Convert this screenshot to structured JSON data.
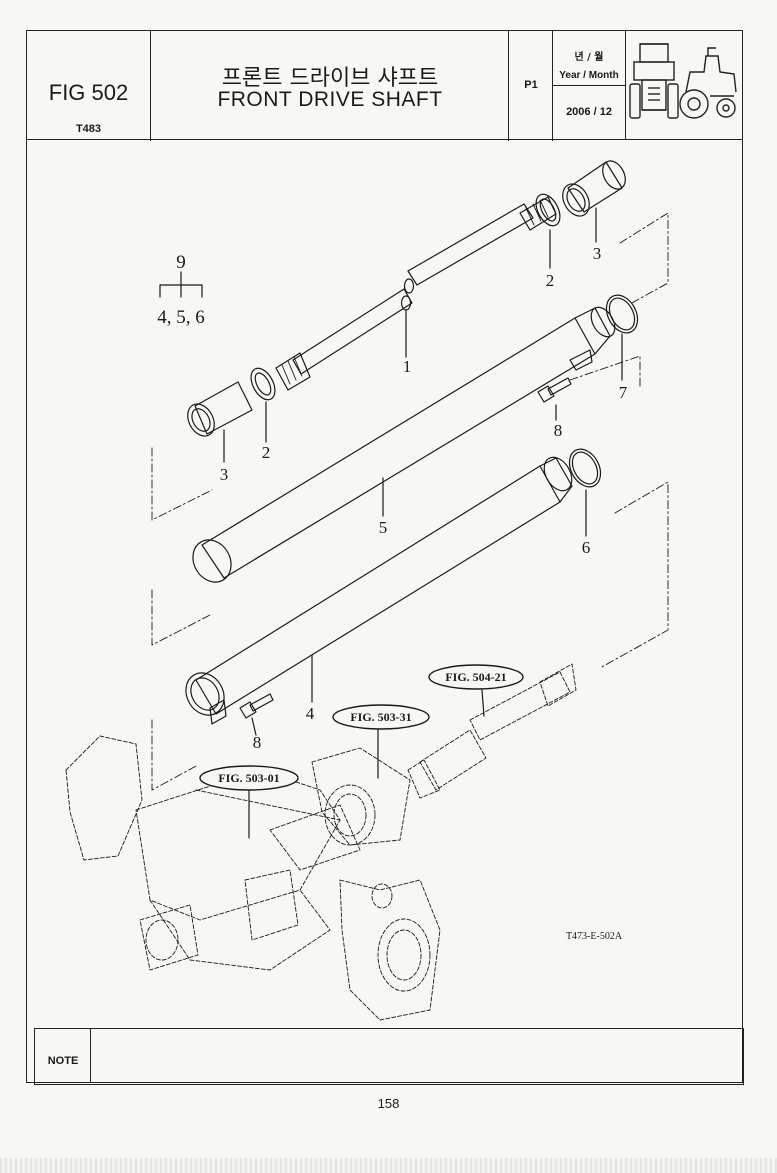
{
  "header": {
    "fig_number": "FIG 502",
    "model_code": "T483",
    "title_ko": "프론트 드라이브 샤프트",
    "title_en": "FRONT DRIVE SHAFT",
    "page_code": "P1",
    "date_label_ko": "년 / 월",
    "date_label_en": "Year / Month",
    "date_value": "2006 / 12",
    "logo_icon": "tractor-outline-icon"
  },
  "diagram": {
    "callouts": {
      "c1": "1",
      "c2a": "2",
      "c2b": "2",
      "c3a": "3",
      "c3b": "3",
      "c4": "4",
      "c5": "5",
      "c6": "6",
      "c7": "7",
      "c8a": "8",
      "c8b": "8",
      "c9": "9",
      "c9sub": "4, 5, 6"
    },
    "fig_refs": {
      "r504": "FIG. 504-21",
      "r503_31": "FIG. 503-31",
      "r503_01": "FIG. 503-01"
    },
    "drawing_code": "T473-E-502A"
  },
  "footer": {
    "note_label": "NOTE",
    "page_number": "158"
  }
}
